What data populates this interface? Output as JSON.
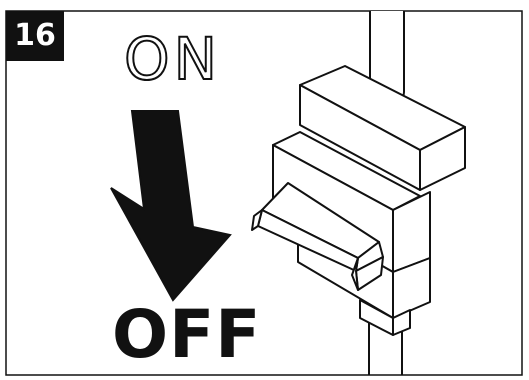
{
  "step_number": "16",
  "label_on": "ON",
  "label_off": "OFF",
  "icons": {
    "arrow": "down-arrow-icon",
    "switch": "circuit-breaker-switch-icon"
  },
  "colors": {
    "ink": "#111111",
    "paper": "#ffffff"
  }
}
